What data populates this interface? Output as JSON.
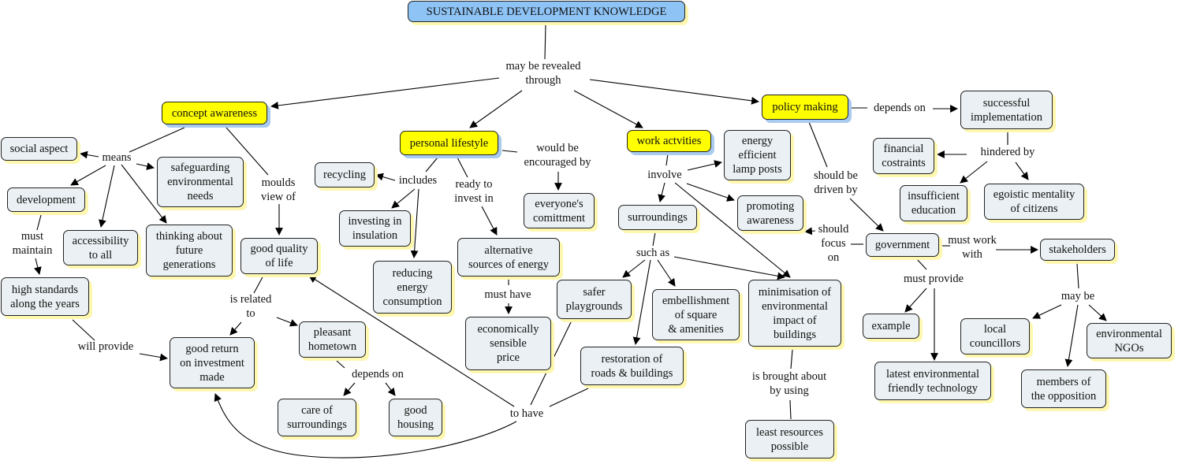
{
  "title": "SUSTAINABLE DEVELOPMENT KNOWLEDGE",
  "colors": {
    "root": "#8ec3f5",
    "key": "#ffff00",
    "concept": "#eaf0f3",
    "shadow_yellow": "#fdf7b0",
    "shadow_blue": "#a9cbef"
  },
  "nodes": [
    {
      "id": "root",
      "label": "SUSTAINABLE DEVELOPMENT KNOWLEDGE",
      "kind": "root"
    },
    {
      "id": "concept_awareness",
      "label": "concept awareness",
      "kind": "key"
    },
    {
      "id": "personal_lifestyle",
      "label": "personal lifestyle",
      "kind": "key"
    },
    {
      "id": "work_activities",
      "label": "work actvities",
      "kind": "key"
    },
    {
      "id": "policy_making",
      "label": "policy making",
      "kind": "key"
    },
    {
      "id": "social_aspect",
      "label": "social aspect"
    },
    {
      "id": "safeguarding",
      "label": "safeguarding\nenvironmental\nneeds"
    },
    {
      "id": "development",
      "label": "development"
    },
    {
      "id": "accessibility",
      "label": "accessibility\nto all"
    },
    {
      "id": "thinking_future",
      "label": "thinking about\nfuture\ngenerations"
    },
    {
      "id": "high_standards",
      "label": "high standards\nalong the years"
    },
    {
      "id": "good_quality",
      "label": "good quality\nof life"
    },
    {
      "id": "good_return",
      "label": "good return\non investment\nmade"
    },
    {
      "id": "pleasant_hometown",
      "label": "pleasant\nhometown"
    },
    {
      "id": "care_surroundings",
      "label": "care of\nsurroundings"
    },
    {
      "id": "good_housing",
      "label": "good\nhousing"
    },
    {
      "id": "recycling",
      "label": "recycling"
    },
    {
      "id": "insulation",
      "label": "investing in\ninsulation"
    },
    {
      "id": "reducing_energy",
      "label": "reducing\nenergy\nconsumption"
    },
    {
      "id": "alt_energy",
      "label": "alternative\nsources of energy"
    },
    {
      "id": "econ_price",
      "label": "economically\nsensible\nprice"
    },
    {
      "id": "everyone_commitment",
      "label": "everyone's\ncomittment"
    },
    {
      "id": "lamp_posts",
      "label": "energy\nefficient\nlamp posts"
    },
    {
      "id": "surroundings",
      "label": "surroundings"
    },
    {
      "id": "promoting_awareness",
      "label": "promoting\nawareness"
    },
    {
      "id": "safer_playgrounds",
      "label": "safer\nplaygrounds"
    },
    {
      "id": "embellishment",
      "label": "embellishment\nof square\n& amenities"
    },
    {
      "id": "minimisation",
      "label": "minimisation of\nenvironmental\nimpact of\nbuildings"
    },
    {
      "id": "restoration",
      "label": "restoration of\nroads & buildings"
    },
    {
      "id": "least_resources",
      "label": "least resources\npossible"
    },
    {
      "id": "successful_impl",
      "label": "successful\nimplementation"
    },
    {
      "id": "financial",
      "label": "financial\ncostraints"
    },
    {
      "id": "insufficient_edu",
      "label": "insufficient\neducation"
    },
    {
      "id": "egoistic",
      "label": "egoistic mentality\nof citizens"
    },
    {
      "id": "government",
      "label": "government"
    },
    {
      "id": "stakeholders",
      "label": "stakeholders"
    },
    {
      "id": "example",
      "label": "example"
    },
    {
      "id": "latest_tech",
      "label": "latest environmental\nfriendly technology"
    },
    {
      "id": "local_councillors",
      "label": "local\ncouncillors"
    },
    {
      "id": "env_ngos",
      "label": "environmental\nNGOs"
    },
    {
      "id": "opposition",
      "label": "members of\nthe opposition"
    }
  ],
  "links": [
    {
      "id": "may_be_revealed",
      "label": "may be revealed\nthrough"
    },
    {
      "id": "means",
      "label": "means"
    },
    {
      "id": "moulds",
      "label": "moulds\nview of"
    },
    {
      "id": "must_maintain",
      "label": "must\nmaintain"
    },
    {
      "id": "will_provide",
      "label": "will provide"
    },
    {
      "id": "is_related",
      "label": "is related\nto"
    },
    {
      "id": "depends_on_1",
      "label": "depends on"
    },
    {
      "id": "includes",
      "label": "includes"
    },
    {
      "id": "ready_invest",
      "label": "ready to\ninvest in"
    },
    {
      "id": "must_have",
      "label": "must have"
    },
    {
      "id": "encouraged",
      "label": "would be\nencouraged by"
    },
    {
      "id": "involve",
      "label": "involve"
    },
    {
      "id": "such_as",
      "label": "such as"
    },
    {
      "id": "to_have",
      "label": "to have"
    },
    {
      "id": "brought_about",
      "label": "is brought about\nby using"
    },
    {
      "id": "depends_on_2",
      "label": "depends on"
    },
    {
      "id": "hindered",
      "label": "hindered by"
    },
    {
      "id": "driven_by",
      "label": "should be\ndriven by"
    },
    {
      "id": "focus_on",
      "label": "should\nfocus\non"
    },
    {
      "id": "must_work",
      "label": "must work\nwith"
    },
    {
      "id": "must_provide",
      "label": "must provide"
    },
    {
      "id": "may_be",
      "label": "may be"
    }
  ]
}
